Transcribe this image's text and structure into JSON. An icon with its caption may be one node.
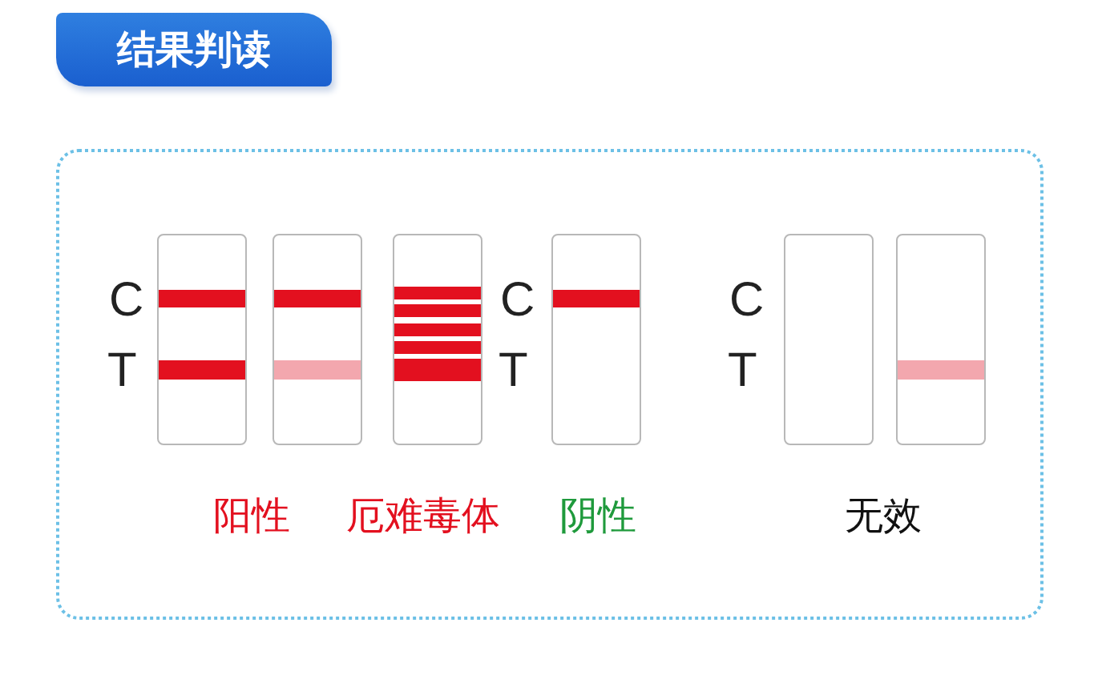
{
  "diagram": {
    "title": "结果判读",
    "nodes": [
      {
        "text": [],
        "shape": "box"
      },
      {
        "text": [],
        "shape": "box"
      },
      {
        "text": [],
        "shape": "box"
      },
      {
        "text": [],
        "shape": "box"
      },
      {
        "text": [],
        "shape": "box"
      },
      {
        "text": [],
        "shape": "box"
      }
    ],
    "labels": [
      "C",
      "C",
      "C",
      "T",
      "T",
      "T",
      "阳性",
      "厄难毒体",
      "阴性",
      "无效"
    ]
  }
}
